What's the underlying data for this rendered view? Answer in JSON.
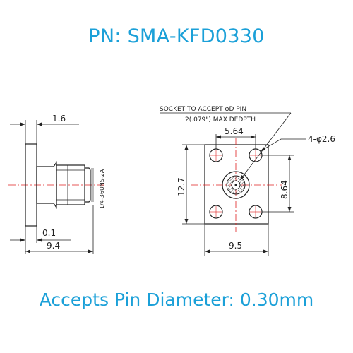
{
  "header": {
    "part_number": "PN: SMA-KFD0330"
  },
  "footer": {
    "accepts_text": "Accepts Pin Diameter: 0.30mm"
  },
  "side_view": {
    "flange_thickness": "1.6",
    "thread_spec": "1/4-36UNS-2A",
    "offset": "0.1",
    "overall_length": "9.4"
  },
  "front_view": {
    "socket_note_line1": "SOCKET TO ACCEPT φD PIN",
    "socket_note_line2": "2(.079\") MAX DEDPTH",
    "hole_spacing": "5.64",
    "hole_callout": "4-φ2.6",
    "height": "12.7",
    "vertical_spacing": "8.64",
    "width": "9.5"
  },
  "colors": {
    "title": "#1ba0d8",
    "centerline": "#e02020",
    "line": "#222222"
  }
}
